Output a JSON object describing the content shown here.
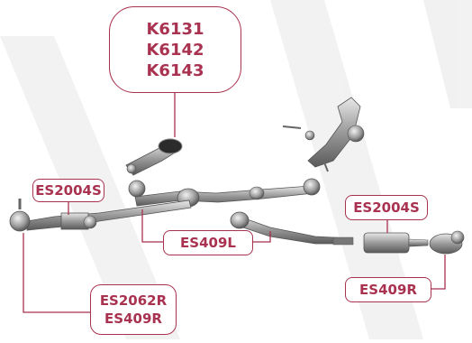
{
  "labels": {
    "top": [
      "K6131",
      "K6142",
      "K6143"
    ],
    "left": "ES2004S",
    "right_top": "ES2004S",
    "middle": "ES409L",
    "right_bottom": "ES409R",
    "bottom": [
      "ES2062R",
      "ES409R"
    ]
  },
  "colors": {
    "callout": "#a8324f",
    "part_metal": "#9a9a9a",
    "watermark": "#ececec"
  }
}
